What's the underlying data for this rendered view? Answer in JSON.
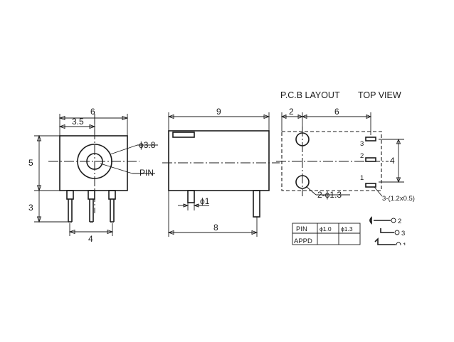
{
  "front_view": {
    "dim_width": "6",
    "dim_offset": "3.5",
    "dim_height": "5",
    "dim_pin_length": "3",
    "dim_pin_span": "4",
    "hole_diameter": "ϕ3.8",
    "pin_label": "PIN"
  },
  "side_view": {
    "dim_length": "9",
    "dim_pin_diameter": "ϕ1",
    "dim_base_length": "8"
  },
  "pcb_layout": {
    "title": "P.C.B LAYOUT",
    "view_title": "TOP VIEW",
    "dim_left": "2",
    "dim_span": "6",
    "dim_height": "4",
    "hole_label": "2-ϕ1.3",
    "slot_label": "3-(1.2x0.5)",
    "pin_numbers": [
      "3",
      "2",
      "1"
    ]
  },
  "pin_table": {
    "header": [
      "PIN",
      "ϕ1.0",
      "ϕ1.3"
    ],
    "row_label": "APPD"
  },
  "schematic": {
    "terminals": [
      "2",
      "3",
      "1"
    ]
  }
}
